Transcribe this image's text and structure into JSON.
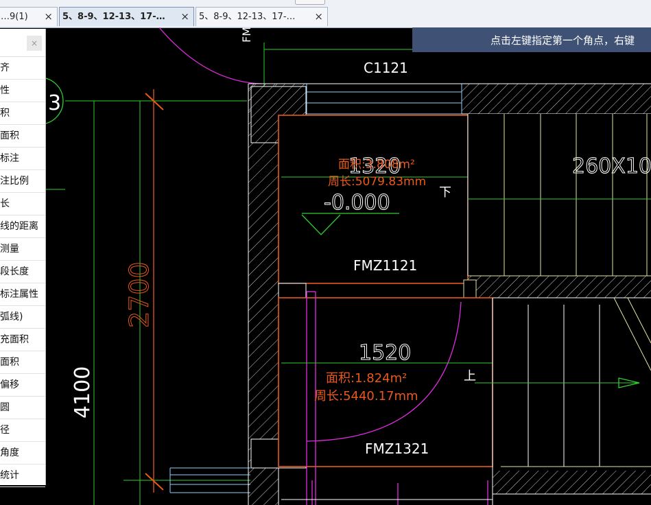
{
  "tabs": [
    {
      "label": "…9(1)",
      "close": "×",
      "active": false
    },
    {
      "label": "5、8-9、12-13、17-…",
      "close": "×",
      "active": true
    },
    {
      "label": "5、8-9、12-13、17-…",
      "close": "×",
      "active": false
    }
  ],
  "prompt_text": "点击左键指定第一个角点，右键",
  "panel": {
    "close": "×",
    "items": [
      "齐",
      "性",
      "积",
      "面积",
      "标注",
      "注比例",
      "长",
      "线的距离",
      "测量",
      "段长度",
      "标注属性",
      "弧线)",
      "充面积",
      "面积",
      "偏移",
      "圆",
      "径",
      "角度",
      "统计"
    ]
  },
  "drawing": {
    "labels": {
      "window": "C1121",
      "door1": "FMZ1121",
      "door2": "FMZ1321",
      "stair_dim": "260X10",
      "dim_1320": "1320",
      "dim_1520": "1520",
      "dim_2700": "2700",
      "dim_4100": "4100",
      "elevation": "-0.000",
      "area1": "面积:3.808m²",
      "perim1": "周长:5079.83mm",
      "area2": "面积:1.824m²",
      "perim2": "周长:5440.17mm",
      "down": "下",
      "up": "上",
      "circle_label": "3",
      "fm_vertical": "FM"
    }
  }
}
